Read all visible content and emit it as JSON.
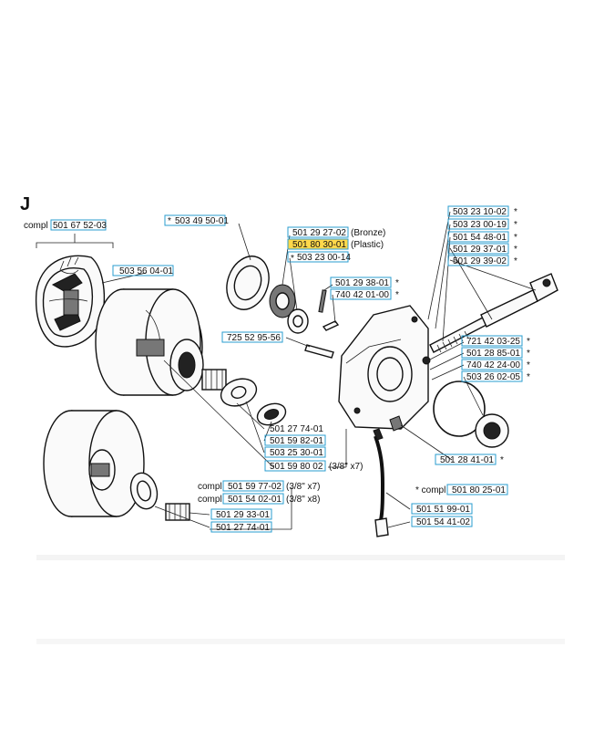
{
  "section_letter": "J",
  "labels": {
    "compl_top": "compl",
    "p_501675203": "501 67 52-03",
    "p_503560401": "503 56 04-01",
    "star_1": "*",
    "p_503495001": "503 49 50-01",
    "p_501292702": "501 29 27-02",
    "bronze": "(Bronze)",
    "p_501803001": "501 80 30-01",
    "plastic": "(Plastic)",
    "star_2": "*",
    "p_503230014": "503 23 00-14",
    "p_501293801": "501 29 38-01",
    "p_740420100": "740 42 01-00",
    "p_725529556": "725 52 95-56",
    "p_503231002": "503 23 10-02",
    "p_503230019": "503 23 00-19",
    "p_501544801": "501 54 48-01",
    "p_501293701": "501 29 37-01",
    "p_501293902": "501 29 39-02",
    "p_721420325": "721 42 03-25",
    "p_501288501": "501 28 85-01",
    "p_740422400": "740 42 24-00",
    "p_503260205": "503 26 02-05",
    "p_501277401a": "501 27 74-01",
    "p_501598201": "501 59 82-01",
    "p_503253001": "503 25 30-01",
    "p_501598002": "501 59 80 02",
    "x7_paren": "(3/8\" x7)",
    "p_501284101": "501 28 41-01",
    "compl_star": "*  compl",
    "p_501802501": "501 80 25-01",
    "compl_a": "compl",
    "p_501597702": "501 59 77-02",
    "x7": "(3/8\" x7)",
    "compl_b": "compl",
    "p_501540201": "501 54 02-01",
    "x8": "(3/8\" x8)",
    "p_501293301": "501 29 33-01",
    "p_501277401b": "501 27 74-01",
    "p_501519901": "501 51 99-01",
    "p_501544102": "501 54 41-02",
    "star": "*"
  },
  "colors": {
    "box_outline": "#2a9ccf",
    "highlight": "#ffd84a",
    "ink": "#111111"
  }
}
